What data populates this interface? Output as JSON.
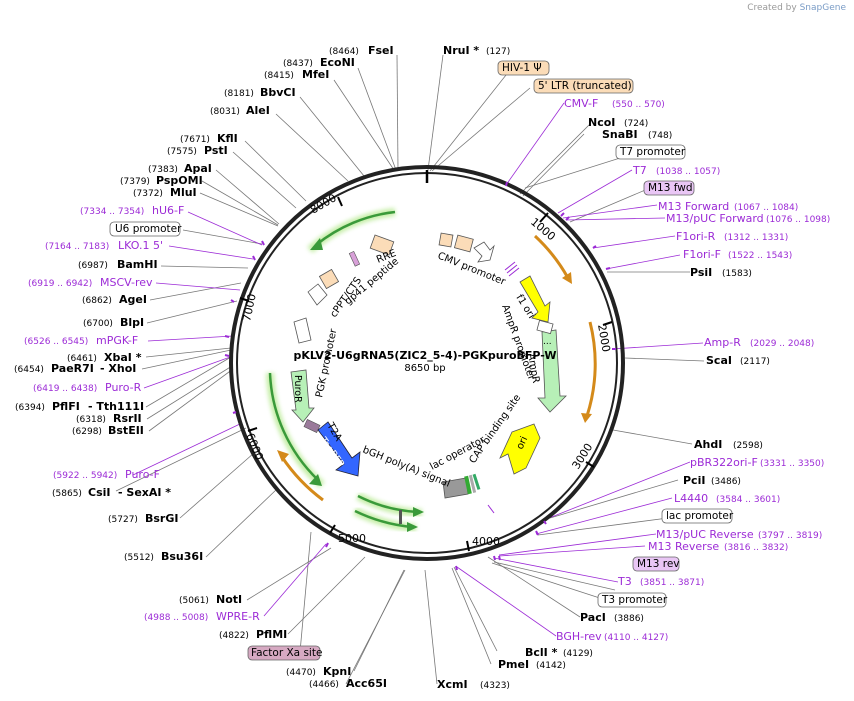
{
  "credit": {
    "prefix": "Created by",
    "brand": "SnapGene"
  },
  "plasmid": {
    "name": "pKLV2-U6gRNA5(ZIC2_5-4)-PGKpuroBFP-W",
    "size_label": "8650 bp",
    "length": 8650,
    "tick_labels": [
      "1000",
      "2000",
      "3000",
      "4000",
      "5000",
      "6000",
      "7000",
      "8000"
    ]
  },
  "colors": {
    "enzyme": "#000000",
    "primer": "#9c2bd6",
    "promoter_fill": "#ffffff",
    "cds_green": "#b7f0b7",
    "origin_yellow": "#ffff00",
    "tagbfp_blue": "#3366ff",
    "ltr_fill": "#fbdcb8",
    "factor_xa": "#d6a9c2",
    "m13_fill": "#e9c6f5"
  },
  "enzymes": [
    {
      "name": "FseI",
      "pos": "(8464)"
    },
    {
      "name": "EcoNI",
      "pos": "(8437)"
    },
    {
      "name": "MfeI",
      "pos": "(8415)"
    },
    {
      "name": "BbvCI",
      "pos": "(8181)"
    },
    {
      "name": "AleI",
      "pos": "(8031)"
    },
    {
      "name": "KflI",
      "pos": "(7671)"
    },
    {
      "name": "PstI",
      "pos": "(7575)"
    },
    {
      "name": "ApaI",
      "pos": "(7383)"
    },
    {
      "name": "PspOMI",
      "pos": "(7379)"
    },
    {
      "name": "MluI",
      "pos": "(7372)"
    },
    {
      "name": "BamHI",
      "pos": "(6987)"
    },
    {
      "name": "AgeI",
      "pos": "(6862)"
    },
    {
      "name": "BlpI",
      "pos": "(6700)"
    },
    {
      "name": "XbaI *",
      "pos": "(6461)"
    },
    {
      "name": "PaeR7I",
      "pos": "(6454)"
    },
    {
      "name": "- XhoI",
      "pos": ""
    },
    {
      "name": "PflFI",
      "pos": "(6394)"
    },
    {
      "name": "- Tth111I",
      "pos": ""
    },
    {
      "name": "RsrII",
      "pos": "(6318)"
    },
    {
      "name": "BstEII",
      "pos": "(6298)"
    },
    {
      "name": "CsiI",
      "pos": "(5865)"
    },
    {
      "name": "- SexAI *",
      "pos": ""
    },
    {
      "name": "BsrGI",
      "pos": "(5727)"
    },
    {
      "name": "Bsu36I",
      "pos": "(5512)"
    },
    {
      "name": "NotI",
      "pos": "(5061)"
    },
    {
      "name": "PflMI",
      "pos": "(4822)"
    },
    {
      "name": "KpnI",
      "pos": "(4470)"
    },
    {
      "name": "Acc65I",
      "pos": "(4466)"
    },
    {
      "name": "XcmI",
      "pos": "(4323)"
    },
    {
      "name": "PmeI",
      "pos": "(4142)"
    },
    {
      "name": "BclI *",
      "pos": "(4129)"
    },
    {
      "name": "PacI",
      "pos": "(3886)"
    },
    {
      "name": "PciI",
      "pos": "(3486)"
    },
    {
      "name": "AhdI",
      "pos": "(2598)"
    },
    {
      "name": "ScaI",
      "pos": "(2117)"
    },
    {
      "name": "PsiI",
      "pos": "(1583)"
    },
    {
      "name": "SnaBI",
      "pos": "(748)"
    },
    {
      "name": "NcoI",
      "pos": "(724)"
    },
    {
      "name": "NruI *",
      "pos": "(127)"
    }
  ],
  "primers": [
    {
      "name": "hU6-F",
      "range": "(7334 .. 7354)"
    },
    {
      "name": "LKO.1 5'",
      "range": "(7164 .. 7183)"
    },
    {
      "name": "MSCV-rev",
      "range": "(6919 .. 6942)"
    },
    {
      "name": "mPGK-F",
      "range": "(6526 .. 6545)"
    },
    {
      "name": "Puro-R",
      "range": "(6419 .. 6438)"
    },
    {
      "name": "Puro-F",
      "range": "(5922 .. 5942)"
    },
    {
      "name": "WPRE-R",
      "range": "(4988 .. 5008)"
    },
    {
      "name": "BGH-rev",
      "range": "(4110 .. 4127)"
    },
    {
      "name": "T3",
      "range": "(3851 .. 3871)"
    },
    {
      "name": "M13 Reverse",
      "range": "(3816 .. 3832)"
    },
    {
      "name": "M13/pUC Reverse",
      "range": "(3797 .. 3819)"
    },
    {
      "name": "L4440",
      "range": "(3584 .. 3601)"
    },
    {
      "name": "pBR322ori-F",
      "range": "(3331 .. 3350)"
    },
    {
      "name": "Amp-R",
      "range": "(2029 .. 2048)"
    },
    {
      "name": "F1ori-F",
      "range": "(1522 .. 1543)"
    },
    {
      "name": "F1ori-R",
      "range": "(1312 .. 1331)"
    },
    {
      "name": "M13/pUC Forward",
      "range": "(1076 .. 1098)"
    },
    {
      "name": "M13 Forward",
      "range": "(1067 .. 1084)"
    },
    {
      "name": "T7",
      "range": "(1038 .. 1057)"
    },
    {
      "name": "CMV-F",
      "range": "(550 .. 570)"
    }
  ],
  "boxed_labels": [
    {
      "name": "U6 promoter",
      "style": "white"
    },
    {
      "name": "Factor Xa site",
      "style": "factor_xa"
    },
    {
      "name": "M13 rev",
      "style": "m13"
    },
    {
      "name": "T3 promoter",
      "style": "white"
    },
    {
      "name": "lac promoter",
      "style": "white"
    },
    {
      "name": "T7 promoter",
      "style": "white"
    },
    {
      "name": "M13 fwd",
      "style": "m13"
    },
    {
      "name": "5' LTR (truncated)",
      "style": "ltr"
    },
    {
      "name": "HIV-1 Ψ",
      "style": "ltr"
    }
  ],
  "inner_features": [
    {
      "name": "RRE"
    },
    {
      "name": "gp41 peptide"
    },
    {
      "name": "cPPT/CTS"
    },
    {
      "name": "PGK promoter"
    },
    {
      "name": "PuroR"
    },
    {
      "name": "T2A"
    },
    {
      "name": "TagBFP"
    },
    {
      "name": "bGH poly(A) signal"
    },
    {
      "name": "lac operator"
    },
    {
      "name": "CAP binding site"
    },
    {
      "name": "ori"
    },
    {
      "name": "AmpR"
    },
    {
      "name": "AmpR promoter"
    },
    {
      "name": "f1 ori"
    },
    {
      "name": "CMV promoter"
    },
    {
      "name": "..."
    }
  ]
}
